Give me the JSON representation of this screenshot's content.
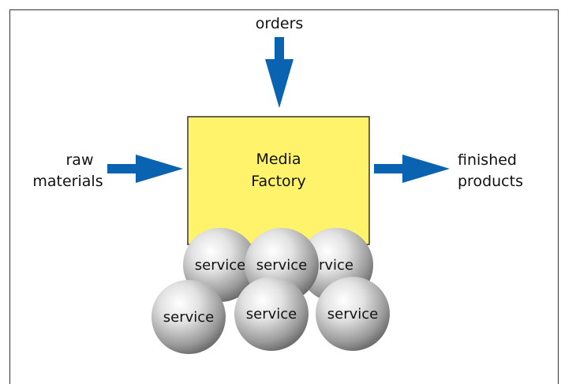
{
  "diagram": {
    "inputs": {
      "top_label": "orders",
      "left_label_line1": "raw",
      "left_label_line2": "materials"
    },
    "outputs": {
      "right_label_line1": "finished",
      "right_label_line2": "products"
    },
    "factory": {
      "line1": "Media",
      "line2": "Factory",
      "fill": "#FFF36B"
    },
    "services": [
      {
        "label": "service"
      },
      {
        "label": "service"
      },
      {
        "label": "rvice"
      },
      {
        "label": "service"
      },
      {
        "label": "service"
      },
      {
        "label": "service"
      }
    ],
    "colors": {
      "arrow": "#0A63B0",
      "box_border": "#333333"
    }
  }
}
